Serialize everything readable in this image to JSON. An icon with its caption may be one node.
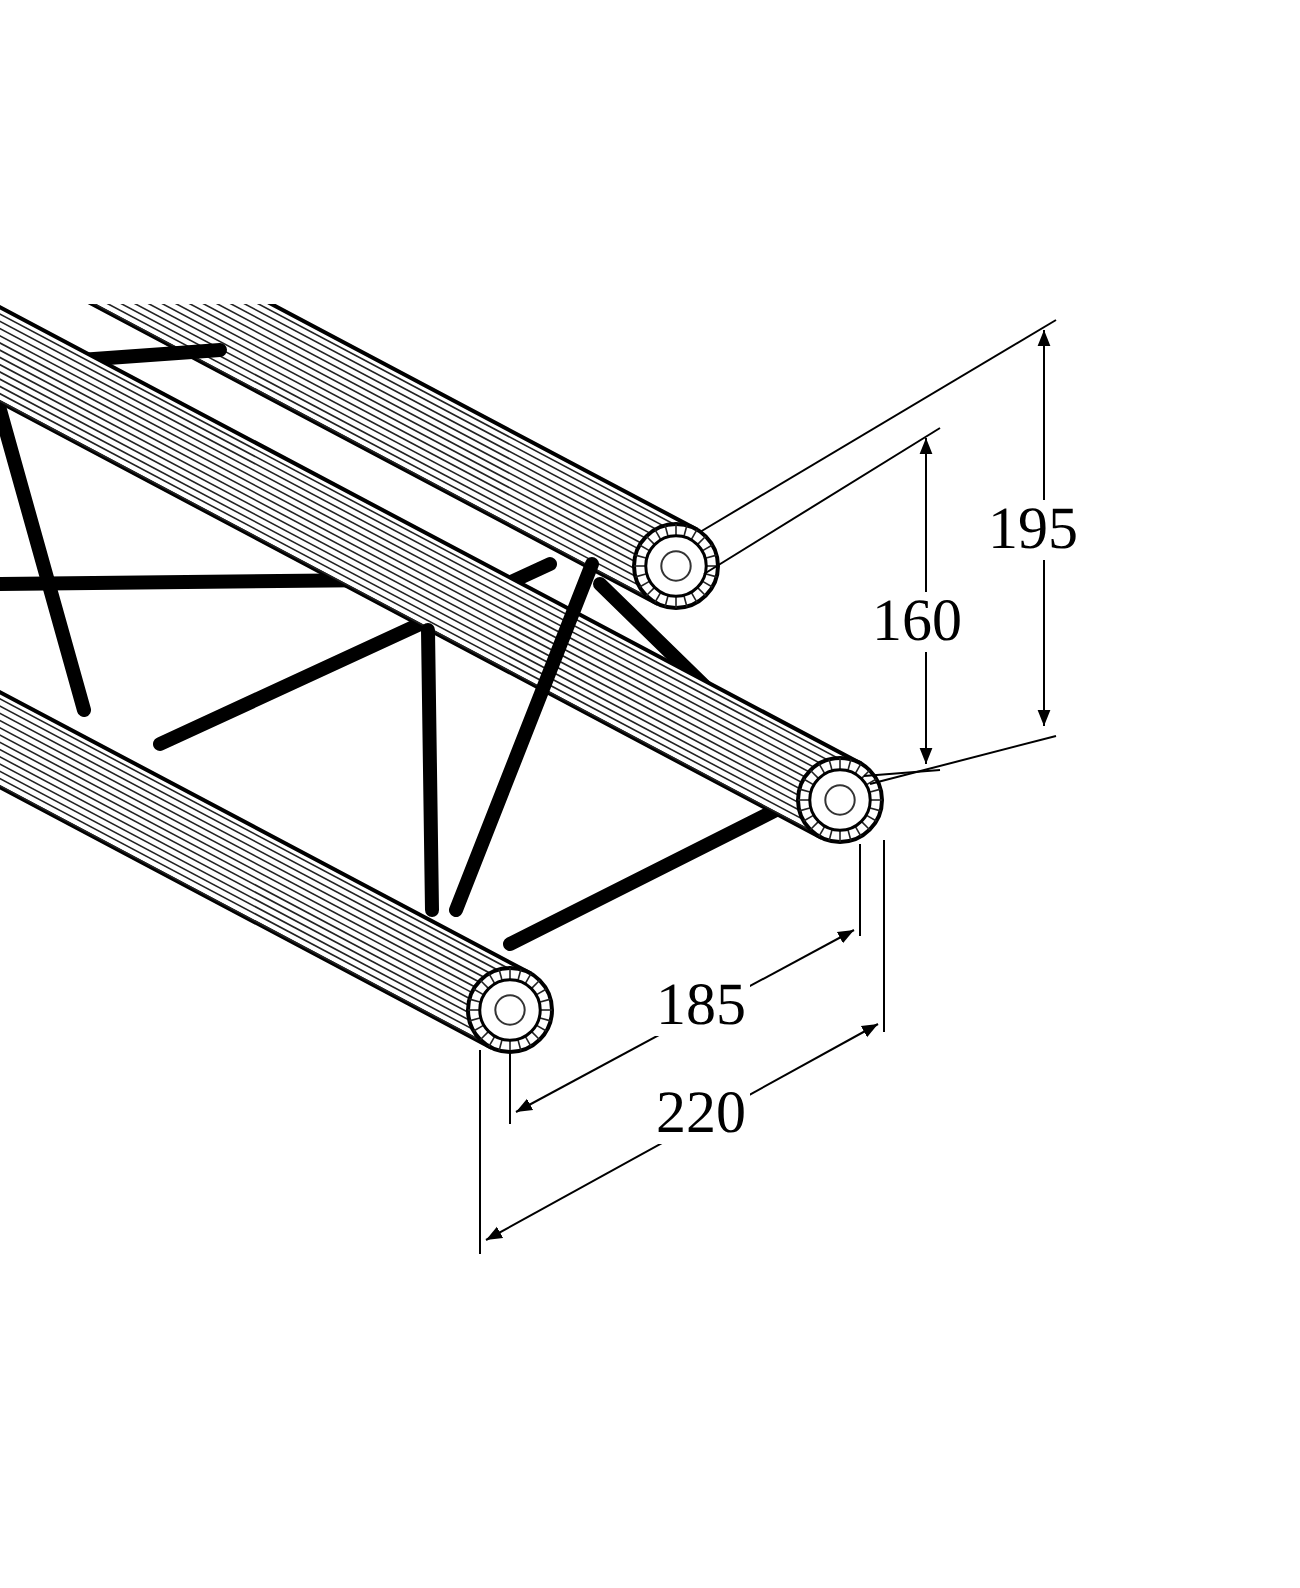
{
  "diagram": {
    "labels": [
      "195",
      "160",
      "185",
      "220"
    ]
  }
}
